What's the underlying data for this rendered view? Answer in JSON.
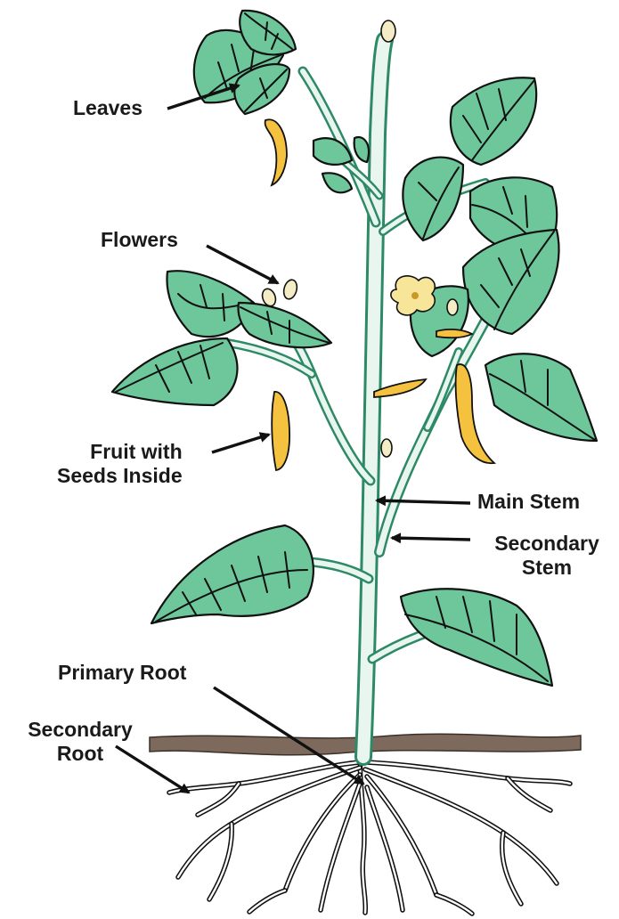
{
  "labels": {
    "leaves": "Leaves",
    "flowers": "Flowers",
    "fruit": "Fruit with\nSeeds Inside",
    "main_stem": "Main Stem",
    "secondary_stem": "Secondary\nStem",
    "primary_root": "Primary Root",
    "secondary_root": "Secondary\nRoot"
  },
  "colors": {
    "leaf": "#6dc79b",
    "stem": "#2e8a66",
    "pod": "#f4c23e",
    "flower": "#f7e69a",
    "soil": "#7d6a5c",
    "text": "#1a1a1a"
  }
}
